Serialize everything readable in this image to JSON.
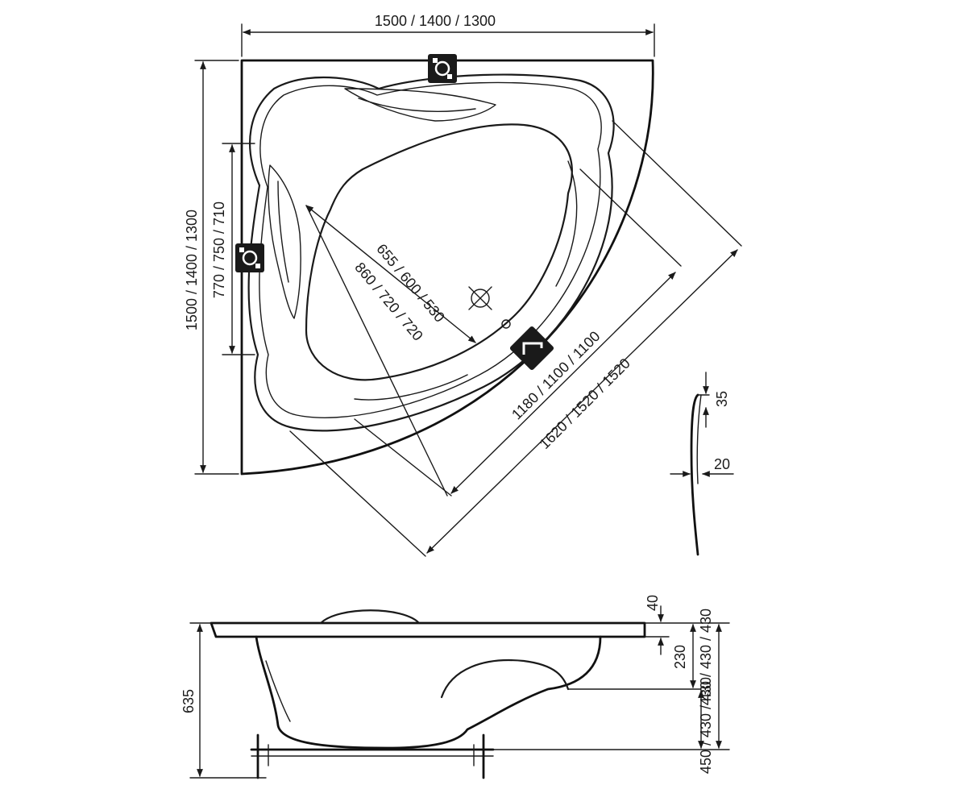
{
  "top_view": {
    "width_label": "1500 / 1400 / 1300",
    "height_label": "1500 / 1400 / 1300",
    "inner_side_label": "770 / 750 / 710",
    "basin_depth_label": "655 / 600 / 530",
    "basin_length_label": "860 / 720 / 720",
    "front_inner_label": "1180 / 1100 / 1100",
    "front_outer_label": "1620 / 1520 / 1520"
  },
  "rim_profile": {
    "top_label": "35",
    "thickness_label": "20"
  },
  "side_view": {
    "total_height_label": "635",
    "rim_label": "40",
    "seat_label": "230",
    "depth_label": "430 / 430 / 430",
    "lower_label": "450 / 430 / 430"
  },
  "icons": [
    "faucet-icon",
    "overflow-icon",
    "drain-icon",
    "mixer-icon"
  ]
}
